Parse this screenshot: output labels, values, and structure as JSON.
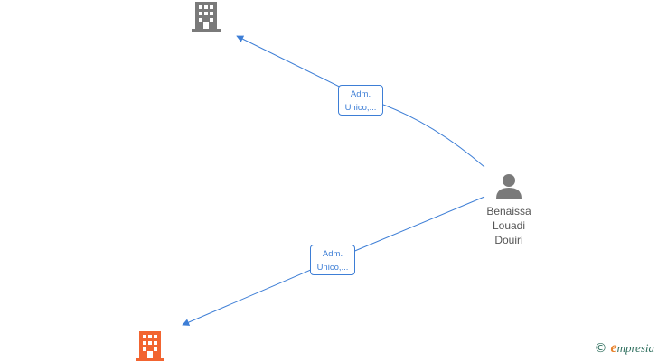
{
  "nodes": {
    "company_top": {
      "icon": "building-icon",
      "color": "#7a7a7a"
    },
    "company_bottom": {
      "icon": "building-icon",
      "color": "#f26430"
    },
    "person": {
      "icon": "person-icon",
      "color": "#7a7a7a",
      "name_lines": [
        "Benaissa",
        "Louadi",
        "Douiri"
      ]
    }
  },
  "edges": [
    {
      "from": "person",
      "to": "company_top",
      "label_lines": [
        "Adm.",
        "Unico,..."
      ],
      "color": "#3d7ed6"
    },
    {
      "from": "person",
      "to": "company_bottom",
      "label_lines": [
        "Adm.",
        "Unico,..."
      ],
      "color": "#3d7ed6"
    }
  ],
  "watermark": {
    "copyright_symbol": "©",
    "brand_initial": "e",
    "brand_rest": "mpresia"
  }
}
